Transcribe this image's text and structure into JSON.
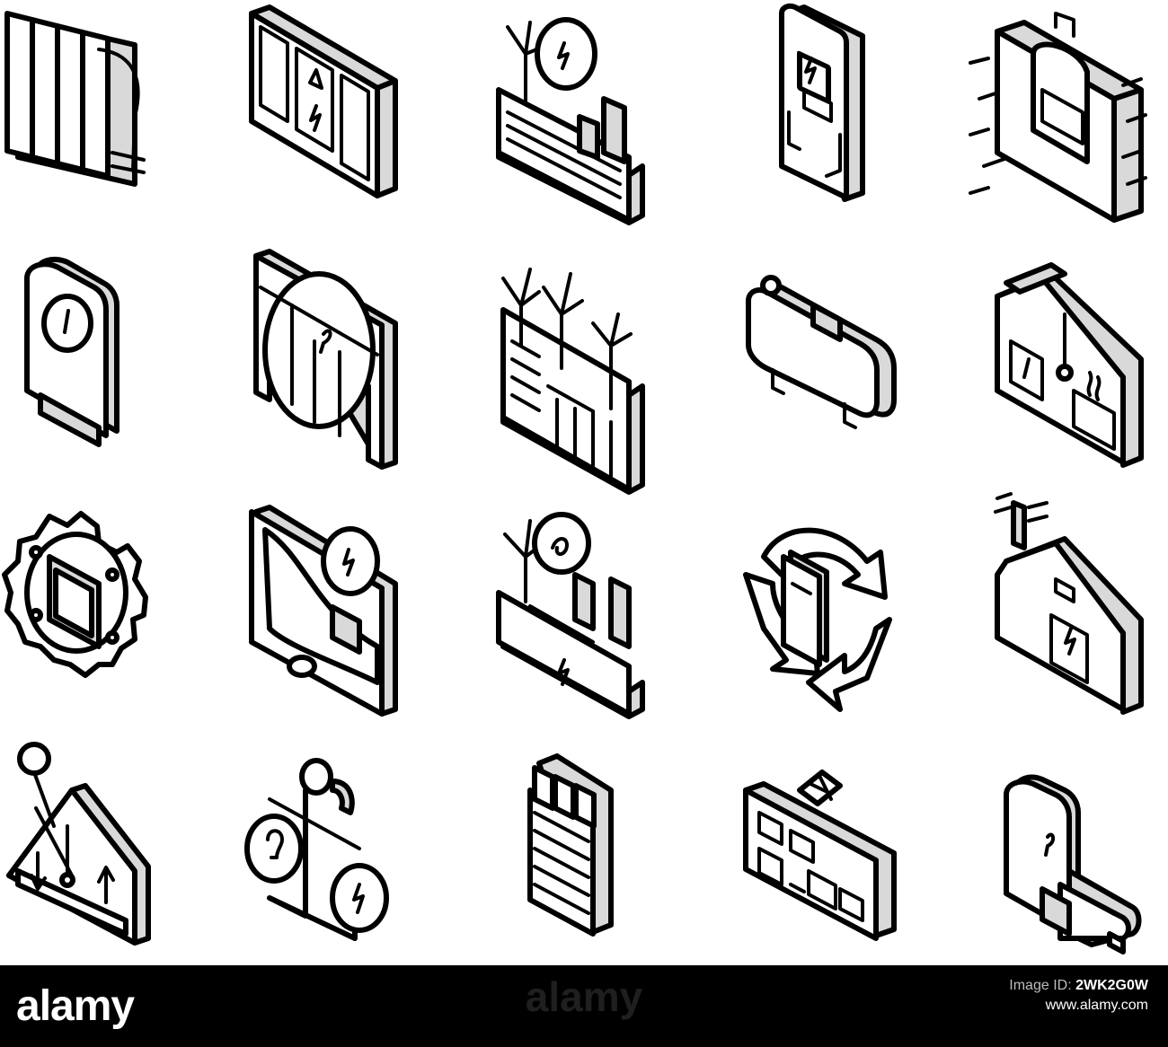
{
  "icons": [
    {
      "name": "radiator-icon"
    },
    {
      "name": "solar-panel-icon"
    },
    {
      "name": "power-plant-icon"
    },
    {
      "name": "ev-charging-station-icon"
    },
    {
      "name": "heat-pump-icon"
    },
    {
      "name": "boiler-icon"
    },
    {
      "name": "storage-tank-icon"
    },
    {
      "name": "wind-farm-icon"
    },
    {
      "name": "heater-tank-icon"
    },
    {
      "name": "house-thermostat-icon"
    },
    {
      "name": "gear-circuit-icon"
    },
    {
      "name": "hydro-dam-icon"
    },
    {
      "name": "energy-factory-icon"
    },
    {
      "name": "recycle-battery-icon"
    },
    {
      "name": "electric-house-icon"
    },
    {
      "name": "temperature-control-house-icon"
    },
    {
      "name": "energy-balance-icon"
    },
    {
      "name": "battery-stack-icon"
    },
    {
      "name": "control-panel-icon"
    },
    {
      "name": "generator-icon"
    }
  ],
  "footer": {
    "brand": "alamy",
    "watermark": "alamy",
    "image_id_label": "Image ID:",
    "image_id": "2WK2G0W",
    "site": "www.alamy.com"
  },
  "colors": {
    "line": "#000000",
    "background": "#ffffff",
    "footer": "#000000"
  }
}
